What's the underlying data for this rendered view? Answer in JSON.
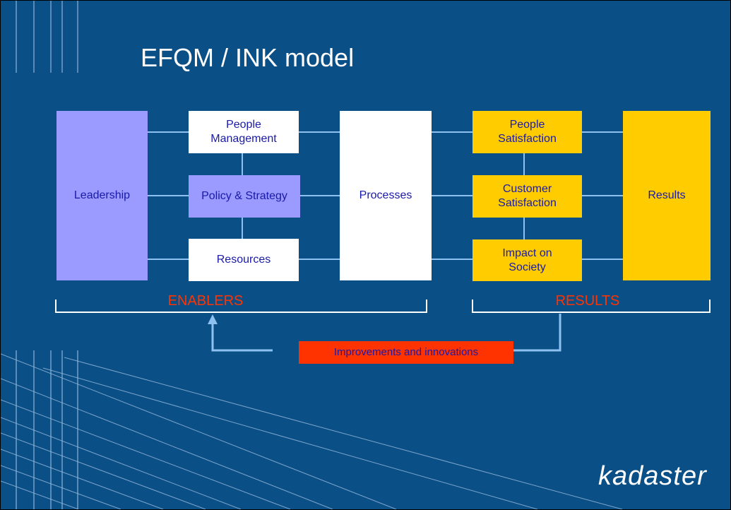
{
  "slide": {
    "title": "EFQM / INK model",
    "logo": "kadaster"
  },
  "enablers": {
    "label": "ENABLERS",
    "leadership": "Leadership",
    "people_management": "People Management",
    "policy_strategy": "Policy & Strategy",
    "resources": "Resources",
    "processes": "Processes"
  },
  "results": {
    "label": "RESULTS",
    "people_satisfaction": "People Satisfaction",
    "customer_satisfaction": "Customer Satisfaction",
    "impact_on_society": "Impact on Society",
    "results": "Results"
  },
  "feedback": {
    "label": "Improvements and innovations"
  },
  "colors": {
    "background": "#0b4f87",
    "enabler_box": "#9a9aff",
    "result_box": "#ffcc00",
    "accent_red": "#ff3300",
    "connector": "#8ec0f0",
    "box_text": "#1a1aa8"
  }
}
